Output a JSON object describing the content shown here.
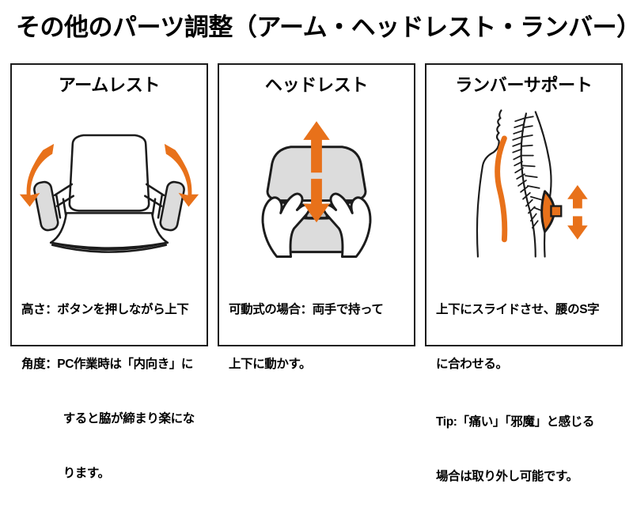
{
  "page": {
    "title": "その他のパーツ調整（アーム・ヘッドレスト・ランバー）",
    "background_color": "#ffffff",
    "accent_color": "#e8711a",
    "outline_color": "#1c1c1c",
    "fill_gray": "#d8d8d8"
  },
  "panels": [
    {
      "id": "armrest",
      "title": "アームレスト",
      "figure": "office-chair-front-view-with-armrests-and-rotation-arrows",
      "caption_lines": [
        "高さ：ボタンを押しながら上下",
        "角度：PC作業時は「内向き」に",
        "すると脇が締まり楽にな",
        "ります。"
      ]
    },
    {
      "id": "headrest",
      "title": "ヘッドレスト",
      "figure": "headrest-held-by-two-hands-with-vertical-double-arrow",
      "caption_lines": [
        "可動式の場合：両手で持って",
        "上下に動かす。"
      ]
    },
    {
      "id": "lumbar-support",
      "title": "ランバーサポート",
      "figure": "spine-side-view-with-lumbar-pad-and-vertical-double-arrow",
      "caption_lines": [
        "上下にスライドさせ、腰のS字",
        "に合わせる。",
        "Tip:「痛い」「邪魔」と感じる",
        "場合は取り外し可能です。"
      ]
    }
  ]
}
